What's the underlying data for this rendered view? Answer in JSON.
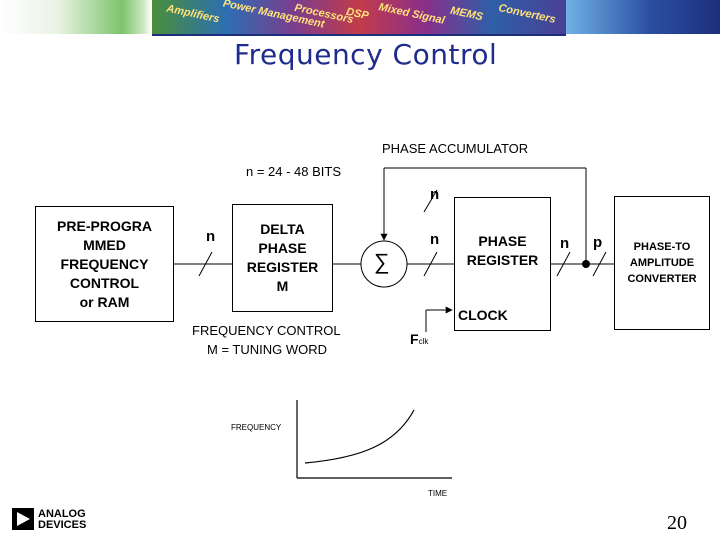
{
  "banner": {
    "words": [
      "Amplifiers",
      "Power Management",
      "Processors",
      "DSP",
      "Mixed Signal",
      "MEMS",
      "Converters"
    ]
  },
  "page_title": "Frequency Control",
  "diagram": {
    "bits_label": "n = 24 - 48 BITS",
    "phase_accumulator_label": "PHASE ACCUMULATOR",
    "preprogrammed_box": "PRE-PROGRA\nMMED\nFREQUENCY\nCONTROL\nor RAM",
    "delta_box": "DELTA\nPHASE\nREGISTER\nM",
    "phase_register_box": "PHASE\nREGISTER",
    "converter_box": "PHASE-TO\nAMPLITUDE\nCONVERTER",
    "bus_n_1": "n",
    "bus_n_2": "n",
    "bus_n_3": "n",
    "bus_n_4": "n",
    "bus_p": "p",
    "clock_label": "CLOCK",
    "fclk_main": "F",
    "fclk_sub": "clk",
    "freq_control_line1": "FREQUENCY CONTROL",
    "freq_control_line2": "M = TUNING WORD",
    "sum_symbol": "∑"
  },
  "graph": {
    "ylabel": "FREQUENCY",
    "xlabel": "TIME"
  },
  "footer": {
    "logo_line1": "ANALOG",
    "logo_line2": "DEVICES",
    "page_number": "20"
  }
}
